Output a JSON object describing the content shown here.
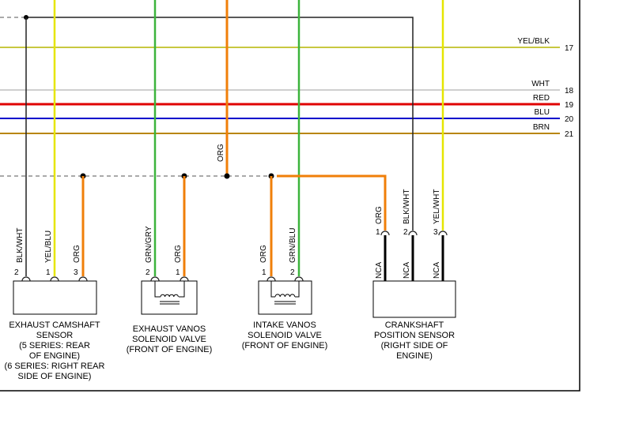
{
  "colors": {
    "black": "#222222",
    "yellow": "#e6e600",
    "green": "#3cb43c",
    "orange": "#f07f09",
    "white_wire": "#cfcfcf",
    "red": "#e00000",
    "blue": "#0000cc",
    "brown": "#b8860b",
    "frame": "#000000"
  },
  "bus": {
    "yel_blk": {
      "label": "YEL/BLK",
      "pin": "17"
    },
    "wht": {
      "label": "WHT",
      "pin": "18"
    },
    "red": {
      "label": "RED",
      "pin": "19"
    },
    "blu": {
      "label": "BLU",
      "pin": "20"
    },
    "brn": {
      "label": "BRN",
      "pin": "21"
    }
  },
  "wire_labels": {
    "org_vertical": "ORG",
    "cam_blkwht": "BLK/WHT",
    "cam_yelblu": "YEL/BLU",
    "cam_org": "ORG",
    "exv_grngry": "GRN/GRY",
    "exv_org": "ORG",
    "inv_org": "ORG",
    "inv_grnblu": "GRN/BLU",
    "crk_org": "ORG",
    "crk_blkwht": "BLK/WHT",
    "crk_yelwht": "YEL/WHT",
    "nca": "NCA"
  },
  "pins": {
    "cam": [
      "2",
      "1",
      "3"
    ],
    "exv": [
      "2",
      "1"
    ],
    "inv": [
      "1",
      "2"
    ],
    "crk": [
      "1",
      "2",
      "3"
    ]
  },
  "components": {
    "exhaust_cam": [
      "EXHAUST CAMSHAFT",
      "SENSOR",
      "(5 SERIES: REAR",
      "OF ENGINE)",
      "(6 SERIES: RIGHT REAR",
      "SIDE OF ENGINE)"
    ],
    "exhaust_vanos": [
      "EXHAUST VANOS",
      "SOLENOID VALVE",
      "(FRONT OF ENGINE)"
    ],
    "intake_vanos": [
      "INTAKE VANOS",
      "SOLENOID VALVE",
      "(FRONT OF ENGINE)"
    ],
    "crankshaft": [
      "CRANKSHAFT",
      "POSITION SENSOR",
      "(RIGHT SIDE OF",
      "ENGINE)"
    ]
  }
}
